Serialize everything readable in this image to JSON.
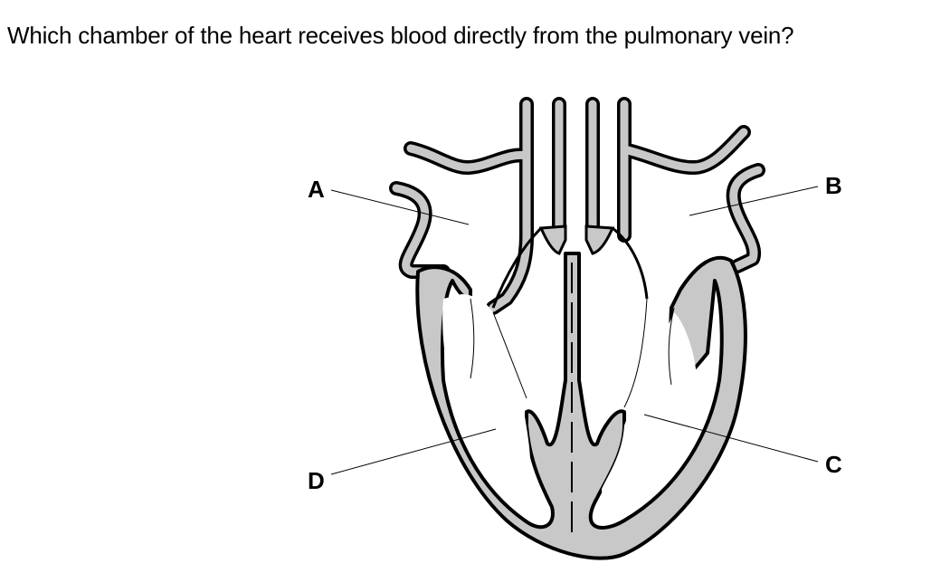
{
  "question": {
    "text": "Which chamber of the heart receives blood directly from the pulmonary vein?"
  },
  "diagram": {
    "labels": {
      "a": "A",
      "b": "B",
      "c": "C",
      "d": "D"
    },
    "colors": {
      "wall_fill": "#c8c8c8",
      "outline": "#000000",
      "background": "#ffffff"
    }
  }
}
